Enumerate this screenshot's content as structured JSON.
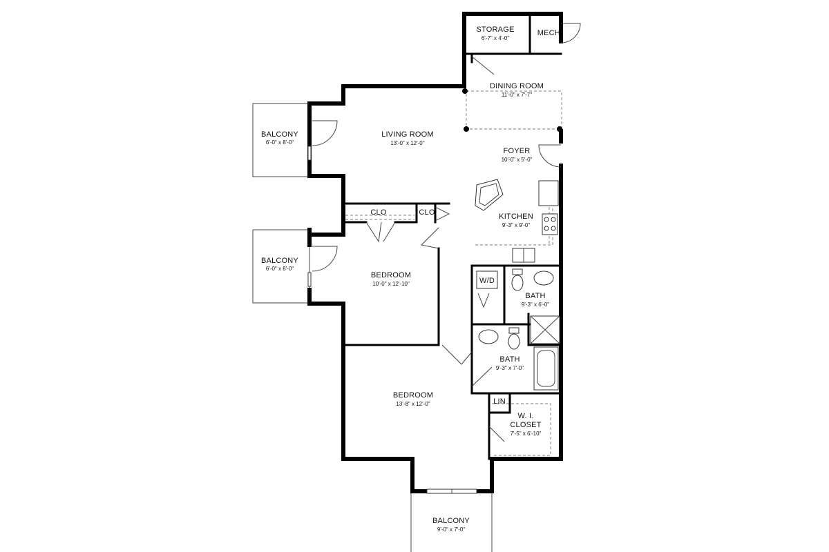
{
  "rooms": {
    "storage": {
      "name": "STORAGE",
      "dims": "6'-7\" x 4'-0\""
    },
    "mech": {
      "name": "MECH.",
      "dims": ""
    },
    "dining_room": {
      "name": "DINING ROOM",
      "dims": "11'-0\" x 7'-7\""
    },
    "living_room": {
      "name": "LIVING ROOM",
      "dims": "13'-0\" x 12'-0\""
    },
    "foyer": {
      "name": "FOYER",
      "dims": "10'-0\" x 5'-0\""
    },
    "balcony_1": {
      "name": "BALCONY",
      "dims": "6'-0\" x 8'-0\""
    },
    "balcony_2": {
      "name": "BALCONY",
      "dims": "6'-0\" x 8'-0\""
    },
    "balcony_3": {
      "name": "BALCONY",
      "dims": "9'-0\" x 7'-0\""
    },
    "kitchen": {
      "name": "KITCHEN",
      "dims": "9'-3\" x 9'-0\""
    },
    "clo_1": {
      "name": "CLO",
      "dims": ""
    },
    "clo_2": {
      "name": "CLO",
      "dims": ""
    },
    "bedroom_1": {
      "name": "BEDROOM",
      "dims": "10'-0\" x 12'-10\""
    },
    "bedroom_2": {
      "name": "BEDROOM",
      "dims": "13'-8\" x 12'-0\""
    },
    "wd": {
      "name": "W/D",
      "dims": ""
    },
    "bath_1": {
      "name": "BATH",
      "dims": "9'-3\" x 6'-0\""
    },
    "bath_2": {
      "name": "BATH",
      "dims": "9'-3\" x 7'-0\""
    },
    "lin": {
      "name": "LIN",
      "dims": ""
    },
    "wi_closet": {
      "name": "W. I.",
      "name2": "CLOSET",
      "dims": "7'-5\" x 6'-10\""
    }
  }
}
